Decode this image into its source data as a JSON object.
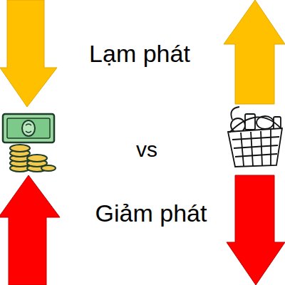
{
  "diagram": {
    "labels": [
      "Lạm phát",
      "vs",
      "Giảm phát"
    ]
  }
}
